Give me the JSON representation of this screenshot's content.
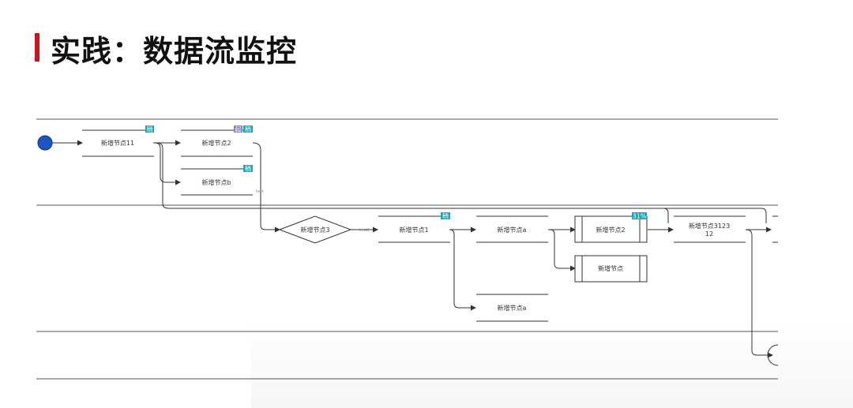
{
  "slide": {
    "title": "实践：数据流监控",
    "accent_color": "#c8161d"
  },
  "diagram": {
    "colors": {
      "start_fill": "#1a56c4",
      "badge_teal": "#1aa6b7",
      "badge_purple": "#8a7fc8",
      "line": "#333333"
    },
    "nodes": {
      "n11": {
        "label": "新增节点11",
        "badge": "稍"
      },
      "n2": {
        "label": "新增节点2",
        "badge_a": "起",
        "badge_b": "稍"
      },
      "nb": {
        "label": "新增节点b",
        "badge": "稍"
      },
      "d3": {
        "label": "新增节点3"
      },
      "n1": {
        "label": "新增节点1",
        "badge": "稍"
      },
      "na1": {
        "label": "新增节点a"
      },
      "na2": {
        "label": "新增节点a"
      },
      "p2": {
        "label": "新增节点2",
        "badge": "31%"
      },
      "p": {
        "label": "新增节点"
      },
      "n3123": {
        "line1": "新增节点3123",
        "line2": "12"
      }
    },
    "edge_labels": {
      "test": "test",
      "test2": "test2"
    }
  }
}
